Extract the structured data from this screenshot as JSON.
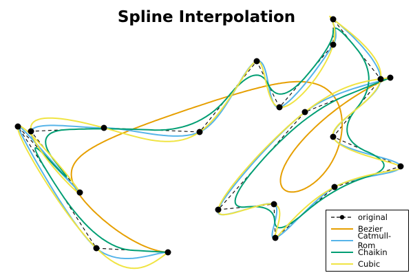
{
  "chart_data": {
    "type": "line",
    "title": "Spline Interpolation",
    "xlabel": "",
    "ylabel": "",
    "grid": false,
    "axes_visible": false,
    "legend_position": "bottom-right",
    "original_points": {
      "x": [
        2.44,
        1.4,
        0.26,
        1.16,
        0.45,
        1.51,
        2.9,
        3.73,
        4.06,
        4.84,
        4.84,
        5.53,
        4.84,
        5.82,
        4.86,
        4.0,
        3.98,
        3.17,
        4.43,
        5.67
      ],
      "y": [
        0.33,
        0.39,
        2.16,
        1.2,
        2.09,
        2.14,
        2.08,
        3.11,
        2.44,
        3.35,
        3.72,
        2.85,
        2.01,
        1.58,
        1.28,
        0.54,
        1.03,
        0.95,
        2.37,
        2.87
      ]
    },
    "series": [
      {
        "name": "original",
        "color": "#000000",
        "style": "dashed-markers"
      },
      {
        "name": "Bezier",
        "color": "#E69F00",
        "style": "solid"
      },
      {
        "name": "Catmull-Rom",
        "color": "#56B4E9",
        "style": "solid"
      },
      {
        "name": "Chaikin",
        "color": "#009E73",
        "style": "solid"
      },
      {
        "name": "Cubic",
        "color": "#F0E442",
        "style": "solid"
      }
    ]
  }
}
